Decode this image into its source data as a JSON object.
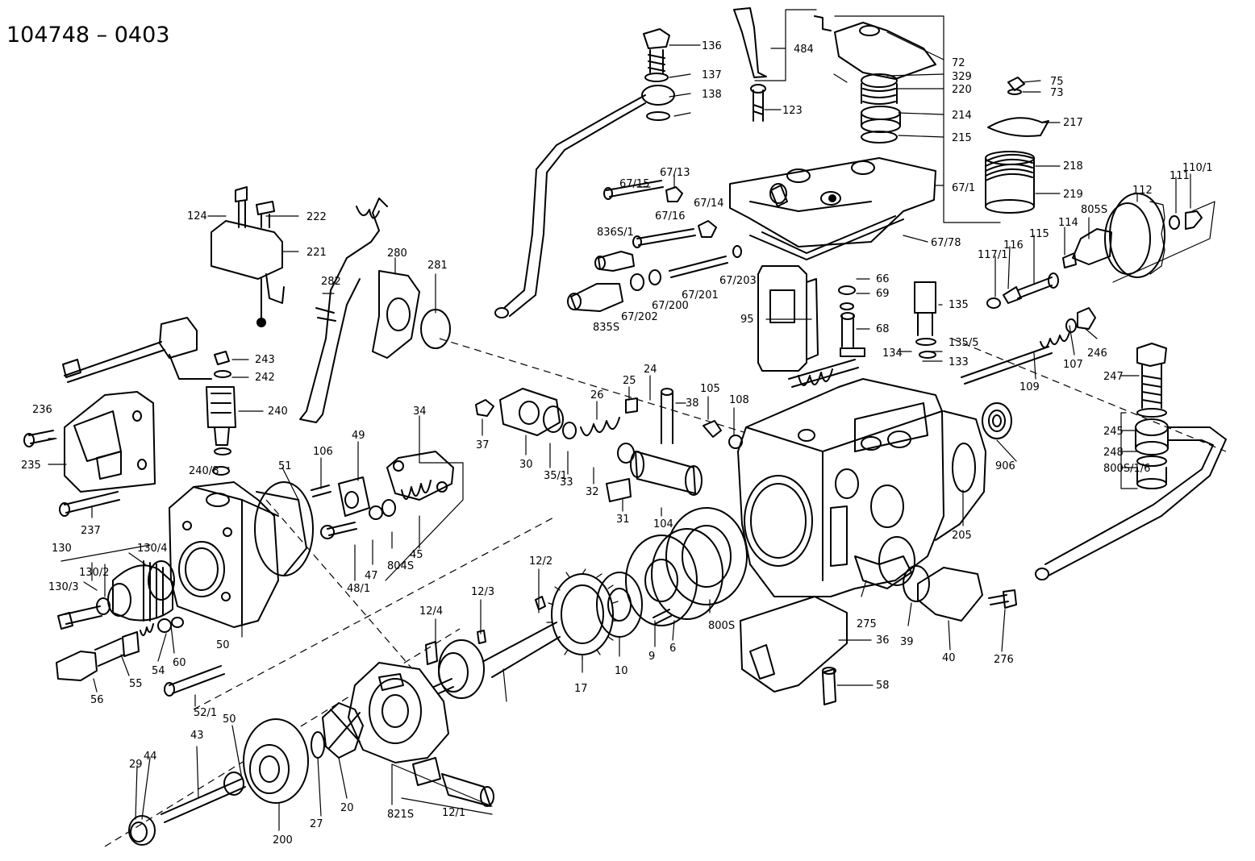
{
  "title": "104748 – 0403",
  "labels": [
    "136",
    "137",
    "138",
    "484",
    "72",
    "329",
    "220",
    "214",
    "215",
    "123",
    "67/13",
    "67/15",
    "67/16",
    "67/14",
    "67/1",
    "67/78",
    "836S/1",
    "835S",
    "67/202",
    "67/200",
    "67/201",
    "67/203",
    "75",
    "73",
    "217",
    "218",
    "219",
    "110/1",
    "111",
    "112",
    "805S",
    "114",
    "115",
    "116",
    "117/1",
    "124",
    "222",
    "221",
    "282",
    "280",
    "281",
    "66",
    "69",
    "68",
    "95",
    "135",
    "135/5",
    "134",
    "133",
    "243",
    "242",
    "240",
    "240/8",
    "236",
    "235",
    "237",
    "130",
    "130/4",
    "130/2",
    "130/3",
    "50",
    "51",
    "106",
    "49",
    "48/1",
    "47",
    "804S",
    "45",
    "34",
    "26",
    "25",
    "24",
    "38",
    "37",
    "30",
    "35/1",
    "33",
    "32",
    "31",
    "104",
    "105",
    "108",
    "109",
    "107",
    "246",
    "247",
    "245",
    "248",
    "800S/1/6",
    "906",
    "205",
    "12/2",
    "12/3",
    "12/4",
    "17",
    "10",
    "9",
    "6",
    "800S",
    "275",
    "36",
    "39",
    "40",
    "276",
    "58",
    "56",
    "55",
    "54",
    "60",
    "52/1",
    "50",
    "43",
    "44",
    "29",
    "200",
    "27",
    "20",
    "821S",
    "12/1"
  ]
}
